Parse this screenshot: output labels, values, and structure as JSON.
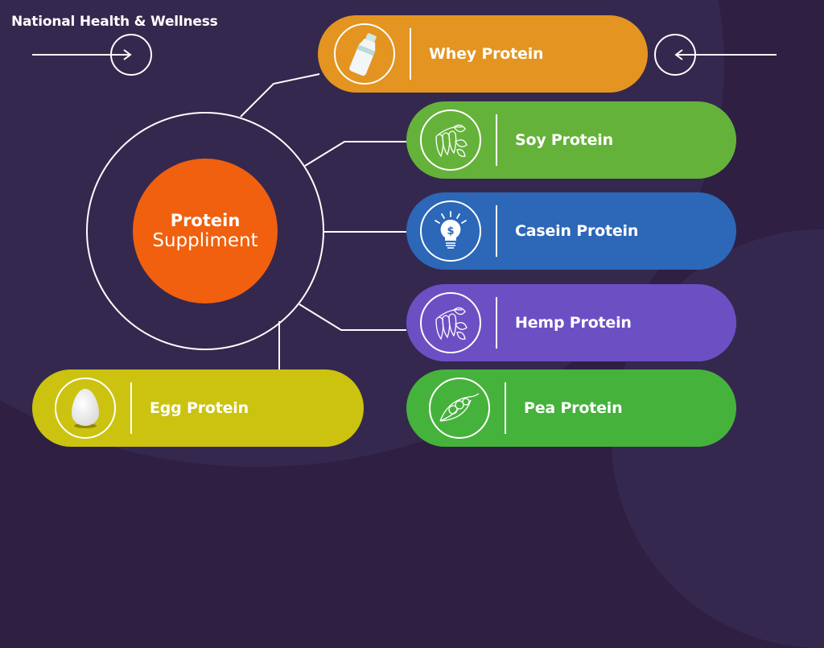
{
  "header": {
    "title": "National Health & Wellness"
  },
  "nav": {
    "prev_icon": "arrow-right-into-circle",
    "next_icon": "arrow-left-into-circle"
  },
  "hub": {
    "line1": "Protein",
    "line2": "Suppliment",
    "color": "#f0600e"
  },
  "items": [
    {
      "label": "Whey Protein",
      "icon": "milk-bottle-icon",
      "color": "#e49420"
    },
    {
      "label": "Soy Protein",
      "icon": "soybean-plant-icon",
      "color": "#65b23a"
    },
    {
      "label": "Casein Protein",
      "icon": "dollar-lightbulb-icon",
      "color": "#2c67b8"
    },
    {
      "label": "Hemp Protein",
      "icon": "hemp-plant-icon",
      "color": "#6d4fc4"
    },
    {
      "label": "Pea Protein",
      "icon": "pea-pod-icon",
      "color": "#45b23c"
    },
    {
      "label": "Egg Protein",
      "icon": "egg-icon",
      "color": "#cbc30f"
    }
  ],
  "colors": {
    "background": "#2e1f43",
    "background_accent": "#35284e",
    "line": "#ffffff"
  }
}
